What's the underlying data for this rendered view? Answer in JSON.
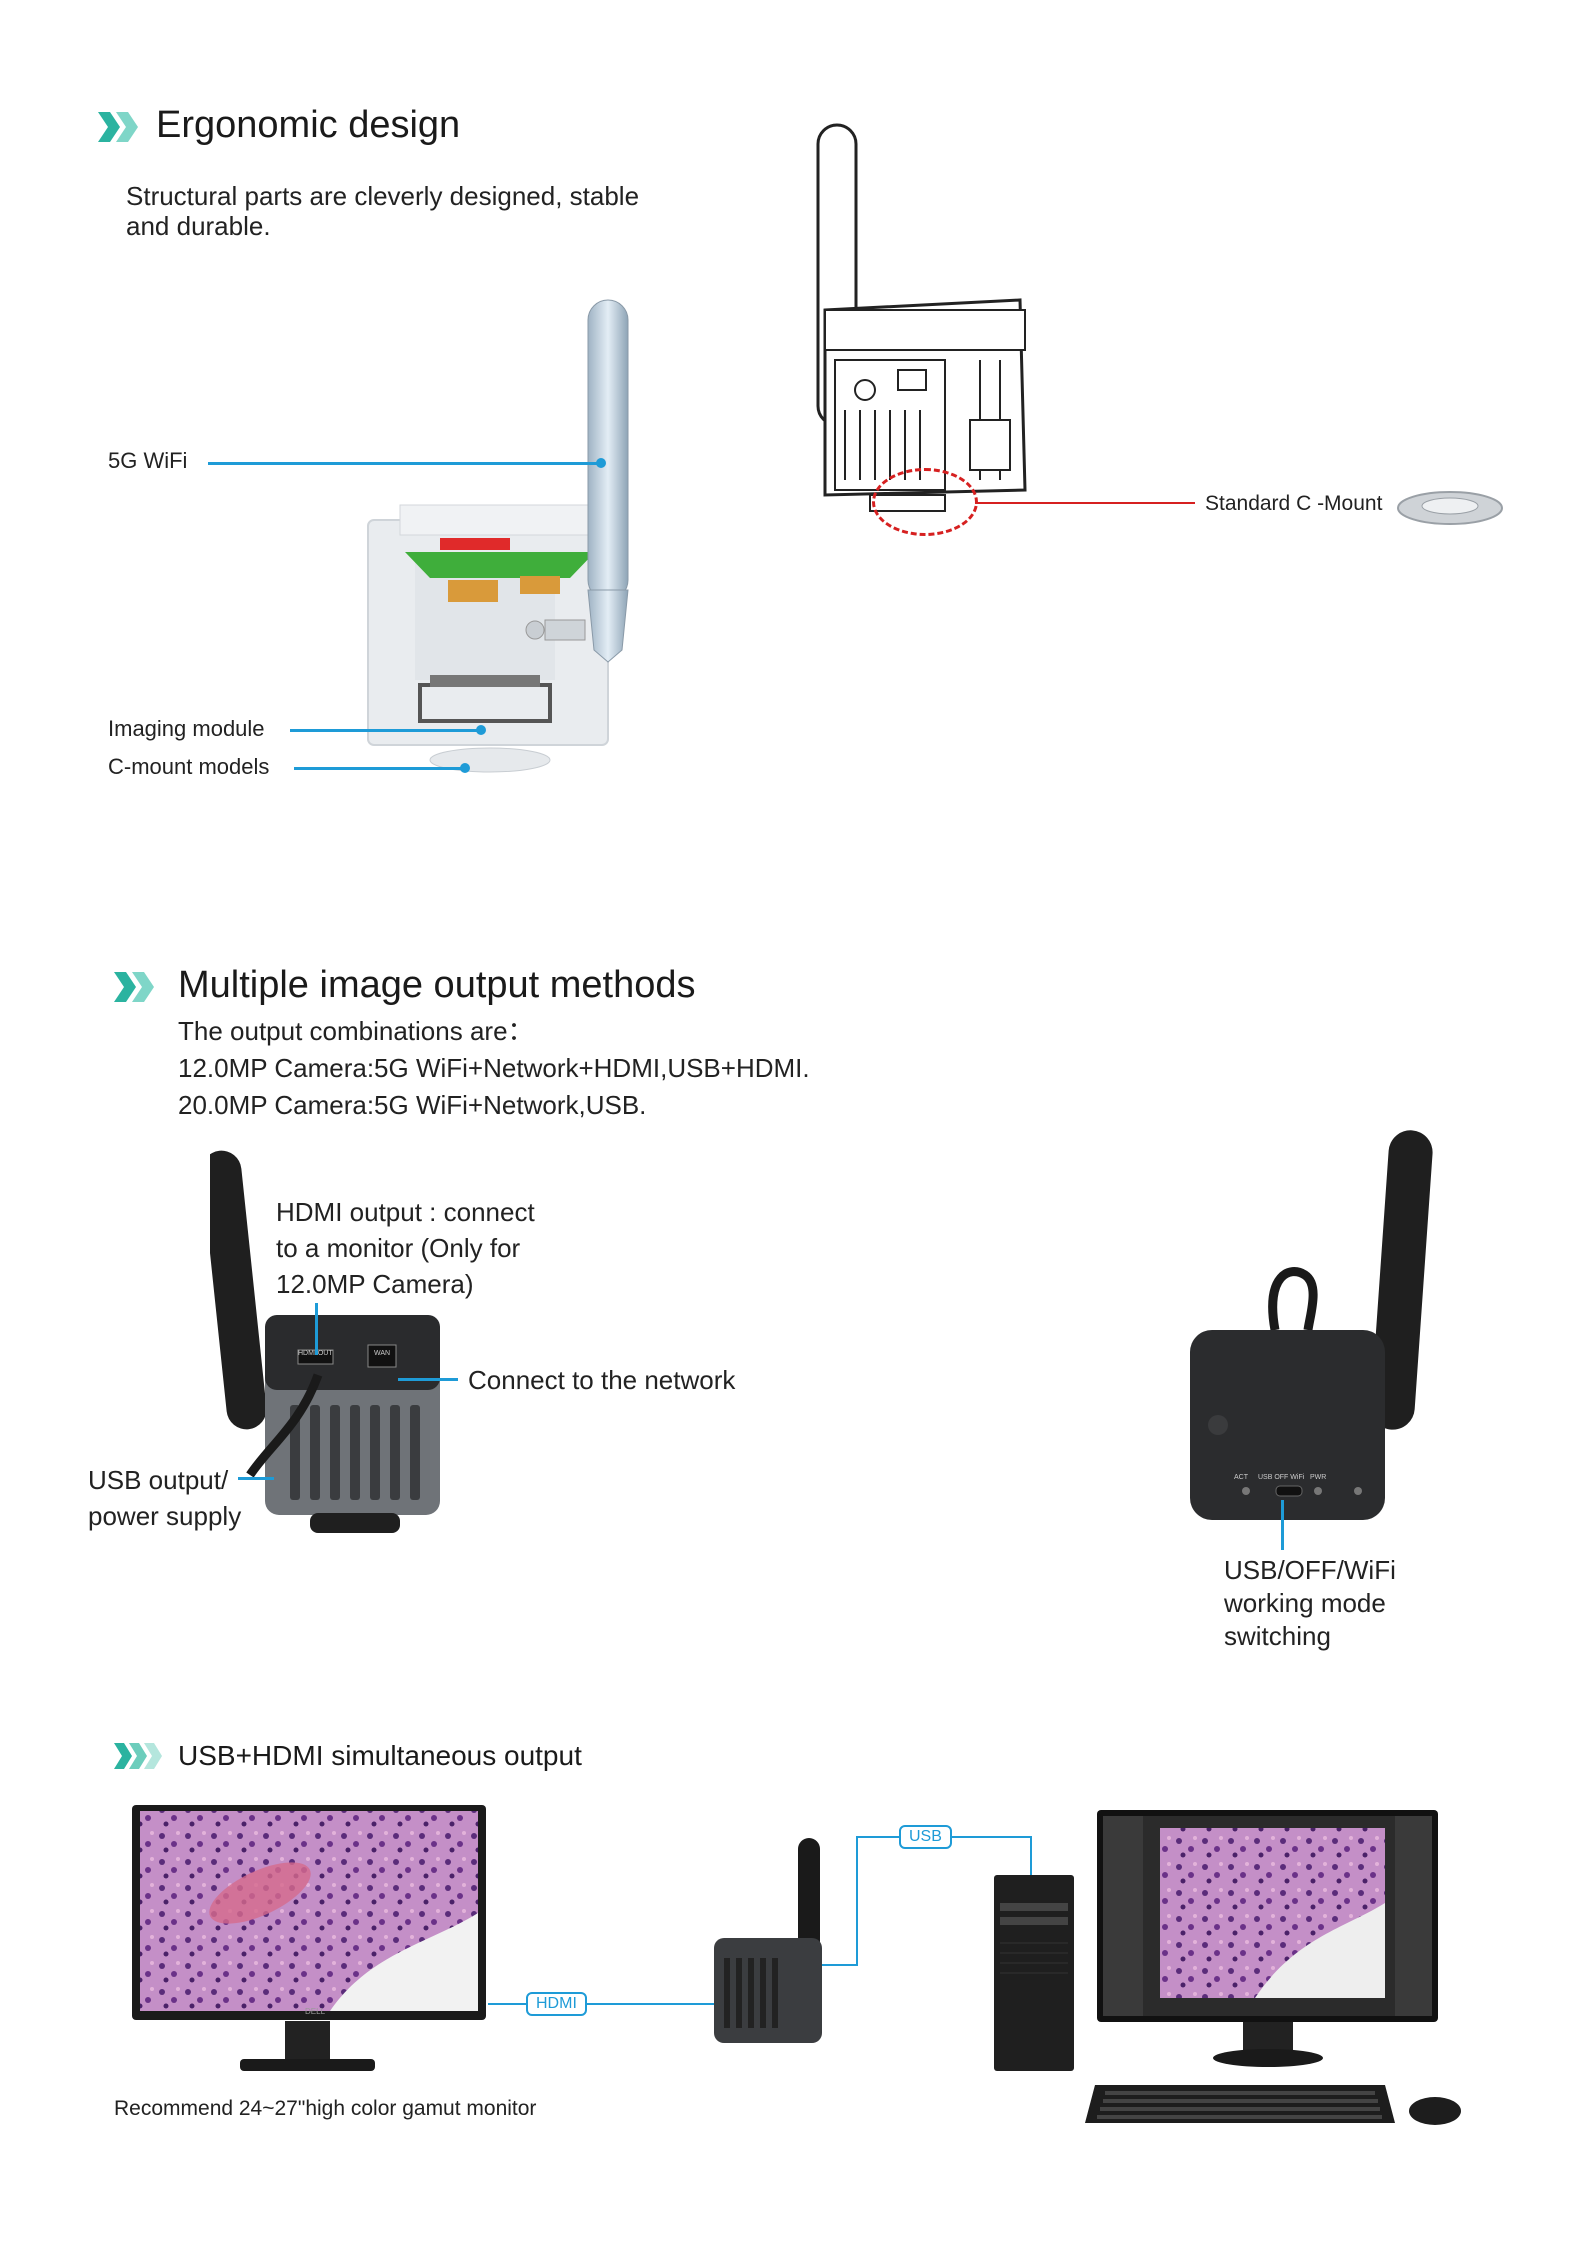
{
  "section1": {
    "title": "Ergonomic design",
    "desc_line1": "Structural parts are cleverly designed, stable",
    "desc_line2": "and durable.",
    "callouts": {
      "wifi": "5G WiFi",
      "imaging": "Imaging module",
      "cmount": "C-mount models",
      "standard_cmount": "Standard C -Mount"
    }
  },
  "section2": {
    "title": "Multiple image output methods",
    "intro": "The output combinations are：",
    "line12": "12.0MP Camera:5G WiFi+Network+HDMI,USB+HDMI.",
    "line20": "20.0MP Camera:5G WiFi+Network,USB.",
    "callouts": {
      "hdmi_l1": "HDMI output : connect",
      "hdmi_l2": "to a monitor (Only for",
      "hdmi_l3": "12.0MP Camera)",
      "network": "Connect to the network",
      "usb_l1": "USB output/",
      "usb_l2": "power supply",
      "switch_l1": "USB/OFF/WiFi",
      "switch_l2": "working mode",
      "switch_l3": "switching"
    },
    "ports": {
      "hdmi_out": "HDMI OUT",
      "wan": "WAN",
      "act": "ACT",
      "usb_off_wifi": "USB OFF WiFi",
      "pwr": "PWR"
    }
  },
  "section3": {
    "title": "USB+HDMI simultaneous output",
    "hdmi_tag": "HDMI",
    "usb_tag": "USB",
    "monitor_brand": "DELL",
    "note": "Recommend 24~27\"high color gamut monitor"
  },
  "colors": {
    "accent_blue": "#1e9bd7",
    "chevron_teal": "#3cbfa8",
    "red_line": "#d62020"
  }
}
